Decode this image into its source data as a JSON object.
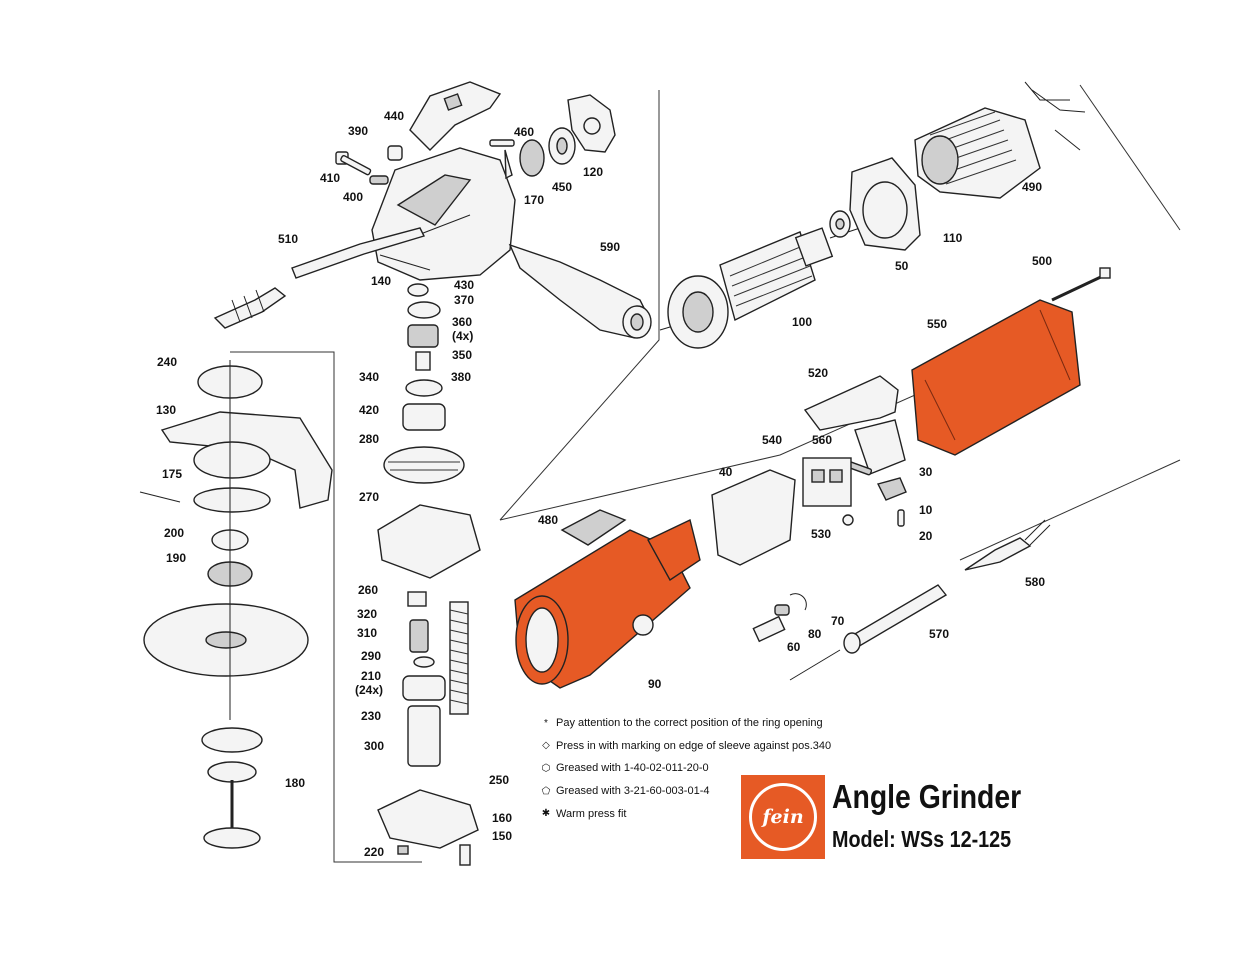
{
  "title": "Angle Grinder",
  "model": "Model: WSs 12-125",
  "logo_text": "fein",
  "colors": {
    "accent": "#e65a25",
    "line": "#222222"
  },
  "labels": [
    "440",
    "390",
    "460",
    "410",
    "400",
    "120",
    "450",
    "170",
    "510",
    "590",
    "490",
    "110",
    "50",
    "140",
    "430",
    "370",
    "360",
    "(4x)",
    "350",
    "100",
    "500",
    "550",
    "240",
    "340",
    "380",
    "130",
    "420",
    "520",
    "280",
    "540",
    "560",
    "30",
    "40",
    "175",
    "270",
    "10",
    "480",
    "530",
    "20",
    "200",
    "190",
    "580",
    "260",
    "320",
    "310",
    "70",
    "80",
    "570",
    "290",
    "210",
    "(24x)",
    "60",
    "90",
    "230",
    "180",
    "300",
    "250",
    "160",
    "150",
    "220"
  ],
  "legend": [
    {
      "icon": "asterisk-icon",
      "symbol": "*",
      "text": "Pay attention to the correct position of the ring opening"
    },
    {
      "icon": "diamond-icon",
      "symbol": "◇",
      "text": "Press in with marking on edge of sleeve against pos.340"
    },
    {
      "icon": "hexagon-icon",
      "symbol": "⬡",
      "text": "Greased with  1-40-02-011-20-0"
    },
    {
      "icon": "pentagon-icon",
      "symbol": "⬠",
      "text": "Greased with 3-21-60-003-01-4"
    },
    {
      "icon": "star-icon",
      "symbol": "✱",
      "text": "Warm press fit"
    }
  ]
}
